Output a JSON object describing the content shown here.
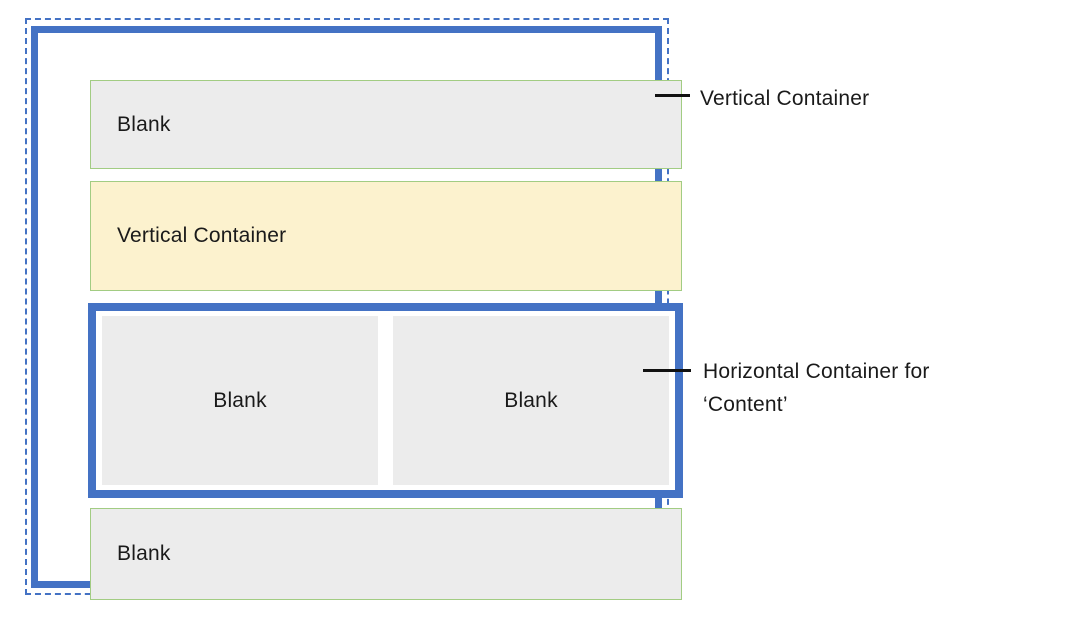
{
  "diagram": {
    "boxes": {
      "top_blank": {
        "label": "Blank"
      },
      "vertical_cell": {
        "label": "Vertical Container"
      },
      "content_left": {
        "label": "Blank"
      },
      "content_right": {
        "label": "Blank"
      },
      "bottom_blank": {
        "label": "Blank"
      }
    },
    "annotations": {
      "vertical_container": {
        "label": "Vertical Container"
      },
      "horizontal_container": {
        "line1": "Horizontal Container for",
        "line2": "‘Content’"
      }
    },
    "colors": {
      "container_blue": "#4472C4",
      "cell_border_green": "#A2CC83",
      "cell_fill_gray": "#ECECEC",
      "cell_fill_yellow": "#FCF2CE",
      "annotation_text": "#1A1A1A"
    }
  }
}
